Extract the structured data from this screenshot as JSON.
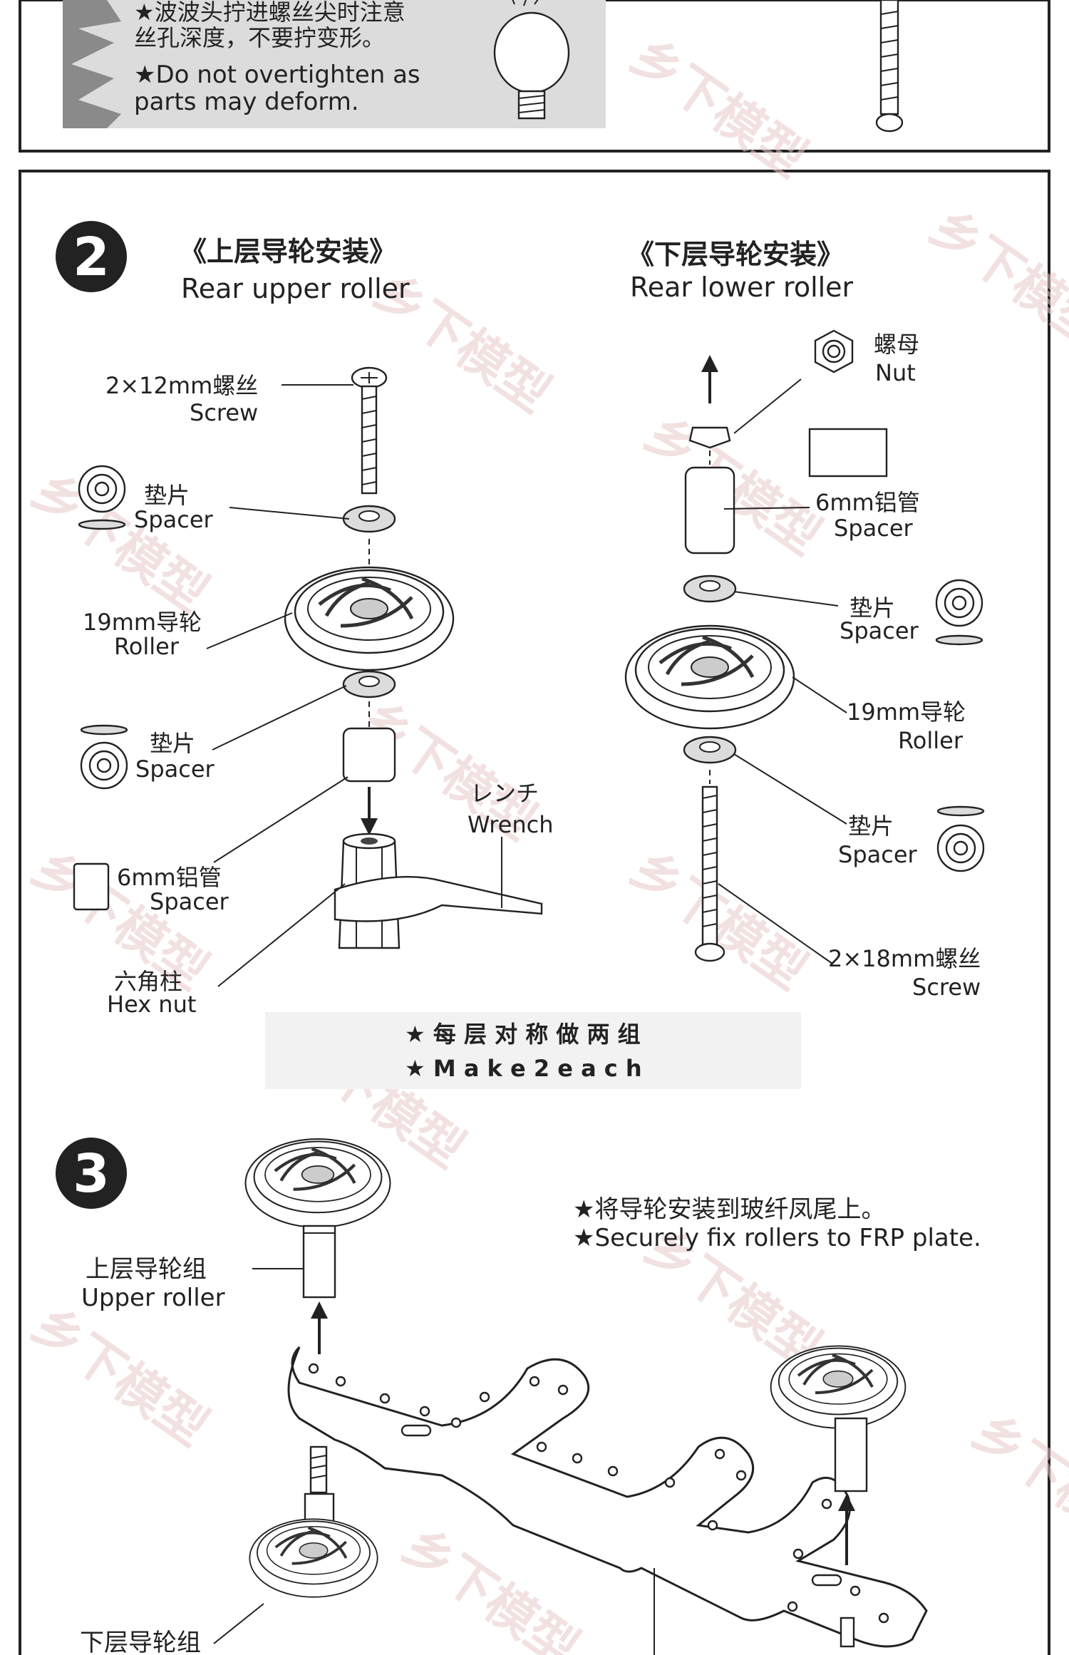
{
  "warning": {
    "line_cn_1": "★波波头拧进螺丝尖时注意",
    "line_cn_2": "丝孔深度，不要拧变形。",
    "line_en_1": "★Do not overtighten as",
    "line_en_2": "parts may deform."
  },
  "step2": {
    "number": "2",
    "upper": {
      "title_cn": "《上层导轮安装》",
      "title_en": "Rear upper roller",
      "screw_cn": "2×12mm螺丝",
      "screw_en": "Screw",
      "spacer1_cn": "垫片",
      "spacer1_en": "Spacer",
      "roller_cn": "19mm导轮",
      "roller_en": "Roller",
      "spacer2_cn": "垫片",
      "spacer2_en": "Spacer",
      "alu_cn": "6mm铝管",
      "alu_en": "Spacer",
      "hex_cn": "六角柱",
      "hex_en": "Hex nut",
      "wrench_jp": "レンチ",
      "wrench_en": "Wrench"
    },
    "lower": {
      "title_cn": "《下层导轮安装》",
      "title_en": "Rear lower roller",
      "nut_cn": "螺母",
      "nut_en": "Nut",
      "alu_cn": "6mm铝管",
      "alu_en": "Spacer",
      "spacer1_cn": "垫片",
      "spacer1_en": "Spacer",
      "roller_cn": "19mm导轮",
      "roller_en": "Roller",
      "spacer2_cn": "垫片",
      "spacer2_en": "Spacer",
      "screw_cn": "2×18mm螺丝",
      "screw_en": "Screw"
    },
    "note_cn": "★ 每 层 对 称 做 两 组",
    "note_en": "★ M a k e   2   e a c h"
  },
  "step3": {
    "number": "3",
    "note_cn": "★将导轮安装到玻纤凤尾上。",
    "note_en": "★Securely fix rollers to FRP plate.",
    "upper_cn": "上层导轮组",
    "upper_en": "Upper roller",
    "lower_cn": "下层导轮组"
  },
  "watermark": "乡下模型",
  "colors": {
    "panel_grey": "#dcdcdc",
    "ink": "#222222",
    "watermark": "#e9c9c9"
  }
}
